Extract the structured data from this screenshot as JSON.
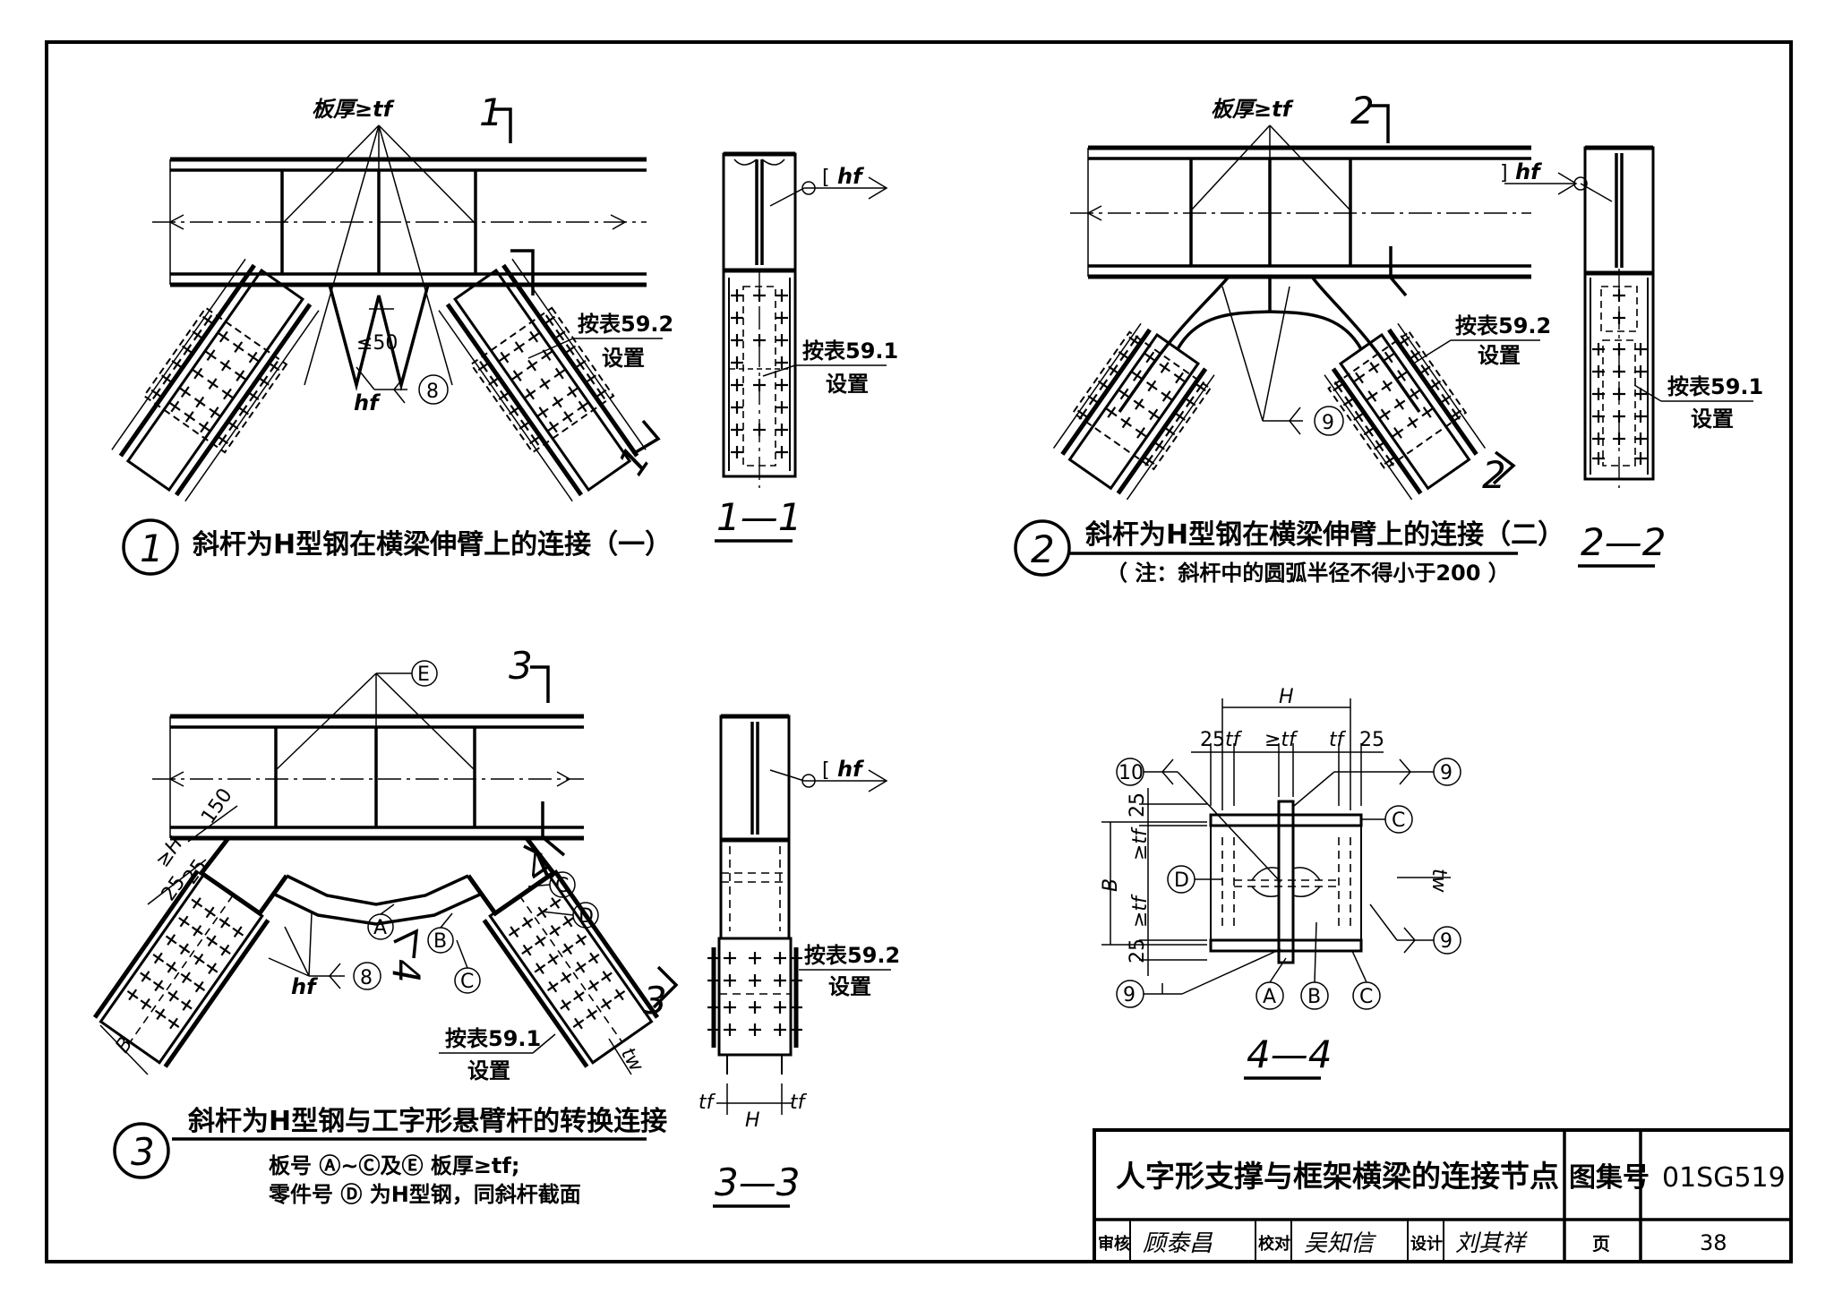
{
  "drawings": {
    "d1": {
      "num": "1",
      "title": "斜杆为H型钢在横梁伸臂上的连接（一）",
      "plate_note": "板厚≥tf",
      "section_mark": "1",
      "spacing_note": "≤50",
      "weld_hf": "hf",
      "weld_ref": "8",
      "table592": "按表59.2",
      "set": "设置"
    },
    "s11": {
      "label": "1—1",
      "weld_hf": "hf",
      "table591": "按表59.1",
      "set": "设置"
    },
    "d2": {
      "num": "2",
      "title": "斜杆为H型钢在横梁伸臂上的连接（二）",
      "note": "（ 注：斜杆中的圆弧半径不得小于200 ）",
      "plate_note": "板厚≥tf",
      "section_mark": "2",
      "weld_ref": "9",
      "table592": "按表59.2",
      "set": "设置"
    },
    "s22": {
      "label": "2—2",
      "weld_hf": "hf",
      "table591": "按表59.1",
      "set": "设置"
    },
    "d3": {
      "num": "3",
      "title": "斜杆为H型钢与工字形悬臂杆的转换连接",
      "note1": "板号 Ⓐ~Ⓒ及Ⓔ 板厚≥tf;",
      "note2": "零件号 Ⓓ 为H型钢，同斜杆截面",
      "section_mark": "3",
      "section_mark4": "4",
      "plate_e": "E",
      "plate_a": "A",
      "plate_b": "B",
      "plate_c": "C",
      "plate_d": "D",
      "dim_150": "150",
      "dim_h": "≥H",
      "dim_25": "25",
      "dim_b": "B",
      "dim_tw": "tw",
      "weld_hf": "hf",
      "weld_ref": "8",
      "table591": "按表59.1",
      "set": "设置"
    },
    "s33": {
      "label": "3—3",
      "weld_hf": "hf",
      "table592": "按表59.2",
      "set": "设置",
      "tf": "tf",
      "h": "H"
    },
    "s44": {
      "label": "4—4",
      "dim_h": "H",
      "dim_25": "25",
      "dim_tf": "tf",
      "dim_gtf": "≥tf",
      "dim_b": "B",
      "dim_tw": "tw",
      "ref9": "9",
      "ref10": "10",
      "plate_a": "A",
      "plate_b": "B",
      "plate_c": "C",
      "plate_d": "D"
    }
  },
  "title_block": {
    "title": "人字形支撑与框架横梁的连接节点",
    "atlas_label": "图集号",
    "atlas_no": "01SG519",
    "review_label": "审核",
    "review_name": "顾泰昌",
    "check_label": "校对",
    "check_name": "吴知信",
    "design_label": "设计",
    "design_name": "刘其祥",
    "page_label": "页",
    "page_no": "38"
  }
}
